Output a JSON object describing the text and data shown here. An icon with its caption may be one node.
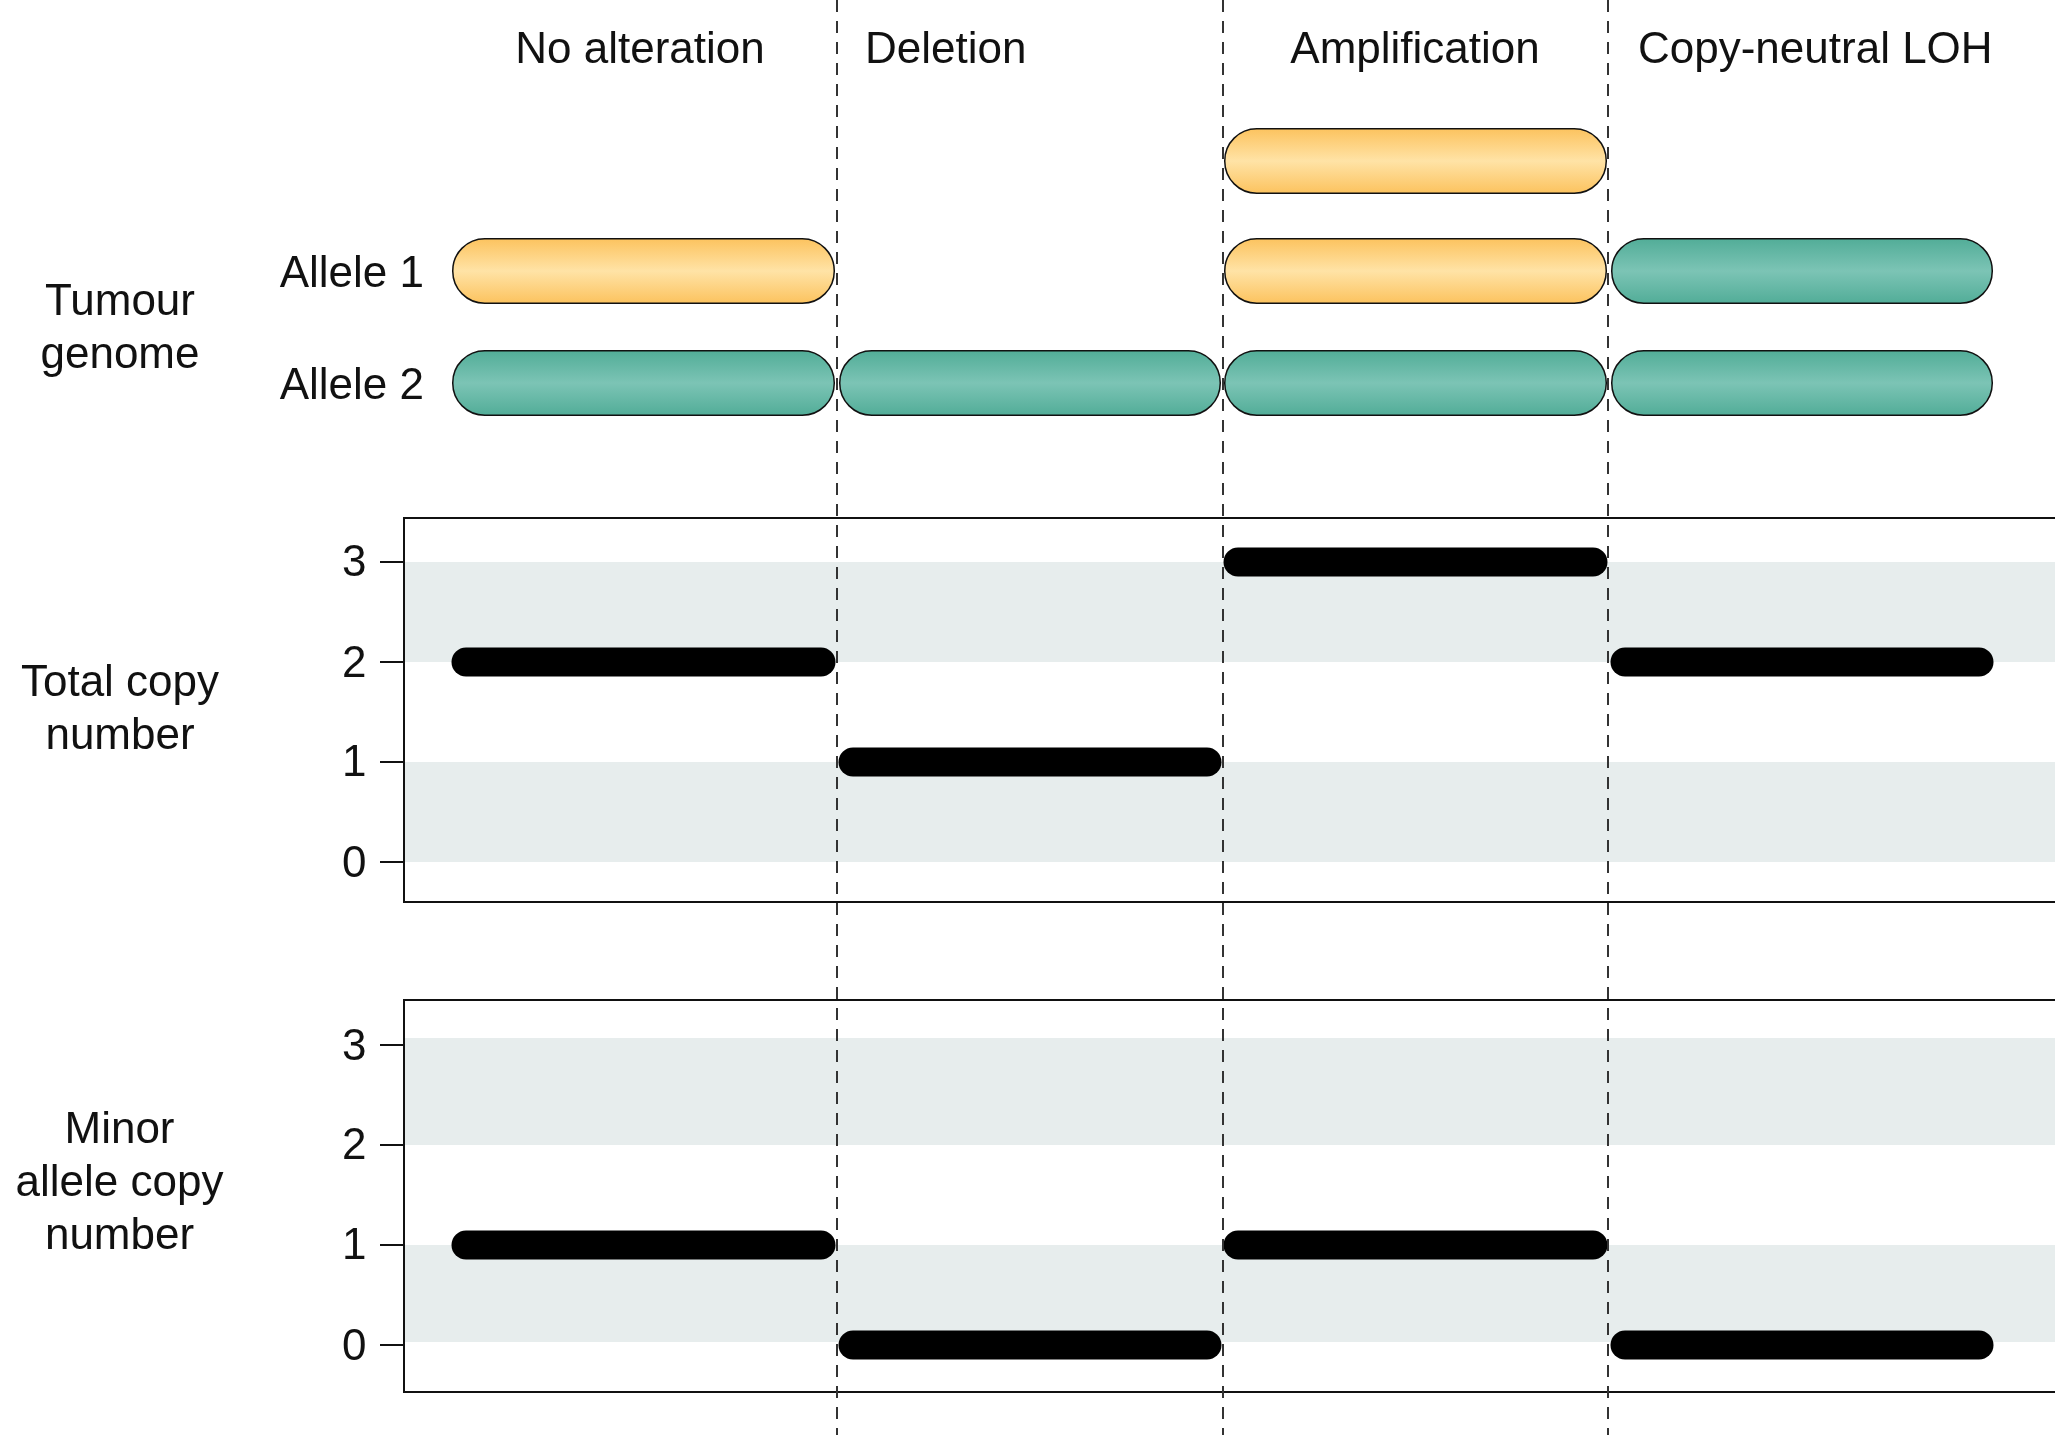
{
  "diagram": {
    "nodes": [
      {
        "text": [],
        "shape": "bar"
      },
      {
        "text": [],
        "shape": "bar"
      },
      {
        "text": [],
        "shape": "bar"
      },
      {
        "text": [],
        "shape": "bar"
      },
      {
        "text": [],
        "shape": "bar"
      },
      {
        "text": [],
        "shape": "bar"
      },
      {
        "text": [],
        "shape": "bar"
      },
      {
        "text": [],
        "shape": "bar"
      }
    ],
    "labels": [
      "No alteration",
      "Deletion",
      "Amplification",
      "Copy-neutral LOH",
      "Tumour genome",
      "Allele 1",
      "Allele 2",
      "3",
      "2",
      "Total copy number",
      "1",
      "0",
      "3",
      "2",
      "Minor allele copy number",
      "1",
      "0"
    ]
  }
}
